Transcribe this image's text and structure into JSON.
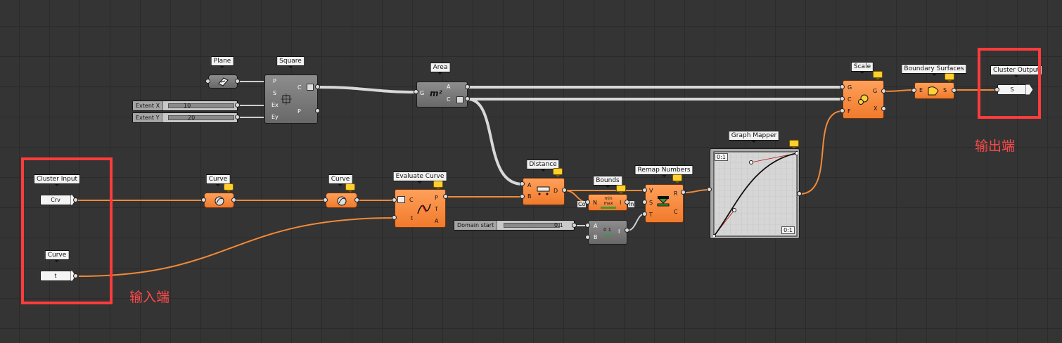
{
  "canvas": {
    "background": "#343434",
    "wire_orange": "#f28a38",
    "wire_grey": "#cccccc",
    "highlight_red": "#ff3b3b"
  },
  "labels": {
    "plane": "Plane",
    "square": "Square",
    "area": "Area",
    "scale": "Scale",
    "boundary_surfaces": "Boundary Surfaces",
    "cluster_output": "Cluster Output",
    "cluster_input": "Cluster Input",
    "curve_param_a": "Curve",
    "curve_param_b": "Curve",
    "curve_input": "Curve",
    "evaluate_curve": "Evaluate Curve",
    "distance": "Distance",
    "bounds": "Bounds",
    "remap_numbers": "Remap Numbers",
    "graph_mapper": "Graph Mapper"
  },
  "square": {
    "ports_in": [
      "P",
      "S",
      "Ex",
      "Ey"
    ],
    "ports_out": [
      "C",
      "P"
    ]
  },
  "sliders": {
    "extent_x": {
      "label": "Extent X",
      "value": "10"
    },
    "extent_y": {
      "label": "Extent Y",
      "value": "20"
    },
    "domain_start": {
      "label": "Domain start",
      "value": "0.1"
    }
  },
  "area": {
    "ports_in": [
      "G"
    ],
    "ports_out": [
      "A",
      "C"
    ],
    "icon_text": "m²"
  },
  "scale": {
    "ports_in": [
      "G",
      "C",
      "F"
    ],
    "ports_out": [
      "G",
      "X"
    ]
  },
  "boundary": {
    "port_in": "E",
    "port_out": "S"
  },
  "cluster_output": {
    "value": "S"
  },
  "cluster_input": {
    "crv_value": "Crv",
    "t_value": "t"
  },
  "evaluate_curve": {
    "ports_in": [
      "C",
      "t"
    ],
    "ports_out": [
      "P",
      "T",
      "A"
    ]
  },
  "distance": {
    "ports_in": [
      "A",
      "B"
    ],
    "port_out": "D"
  },
  "bounds": {
    "port_in": "N",
    "port_out": "I",
    "hidden_left": "Co",
    "hidden_right": "in",
    "icon_min": "min",
    "icon_max": "max"
  },
  "construct_domain": {
    "ports_in": [
      "A",
      "B"
    ],
    "port_out": "I"
  },
  "remap": {
    "ports_in": [
      "V",
      "S",
      "T"
    ],
    "ports_out": [
      "R",
      "C"
    ]
  },
  "graph_mapper": {
    "range_top": "0:1",
    "range_bottom": "0:1"
  },
  "annotations": {
    "output_text": "输出端",
    "input_text": "输入端"
  }
}
